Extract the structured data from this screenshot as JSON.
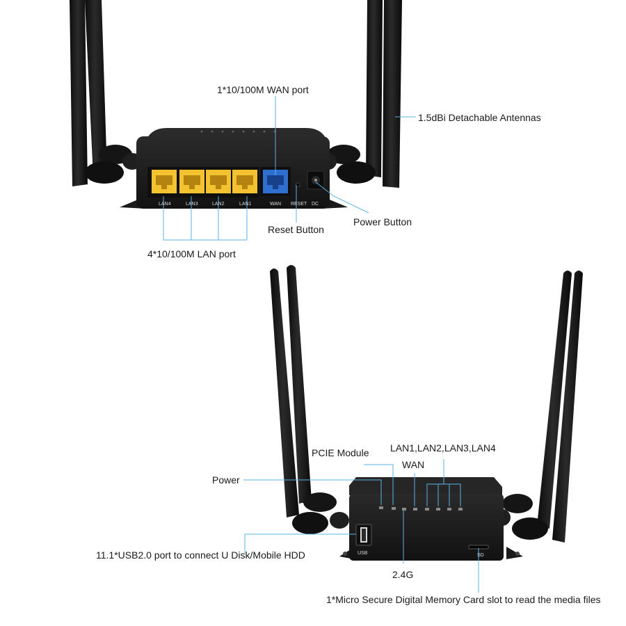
{
  "labels": {
    "wan_port": "1*10/100M WAN port",
    "antennas": "1.5dBi Detachable Antennas",
    "reset_button": "Reset Button",
    "power_button": "Power Button",
    "lan_ports": "4*10/100M LAN port",
    "pcie_module": "PCIE Module",
    "lan_leds": "LAN1,LAN2,LAN3,LAN4",
    "wan_led": "WAN",
    "power_led": "Power",
    "usb_port": "11.1*USB2.0 port to connect U Disk/Mobile HDD",
    "wifi_led": "2.4G",
    "sd_slot": "1*Micro Secure Digital Memory Card slot to read the media files"
  },
  "port_labels": {
    "lan4": "LAN4",
    "lan3": "LAN3",
    "lan2": "LAN2",
    "lan1": "LAN1",
    "wan": "WAN",
    "reset": "RESET",
    "dc": "DC",
    "usb": "USB",
    "sd": "SD"
  },
  "colors": {
    "body": "#1c1c1c",
    "lan_port": "#f2c230",
    "wan_port": "#2e6fd0",
    "callout_line": "#5ab4e6",
    "antenna": "#161616"
  }
}
